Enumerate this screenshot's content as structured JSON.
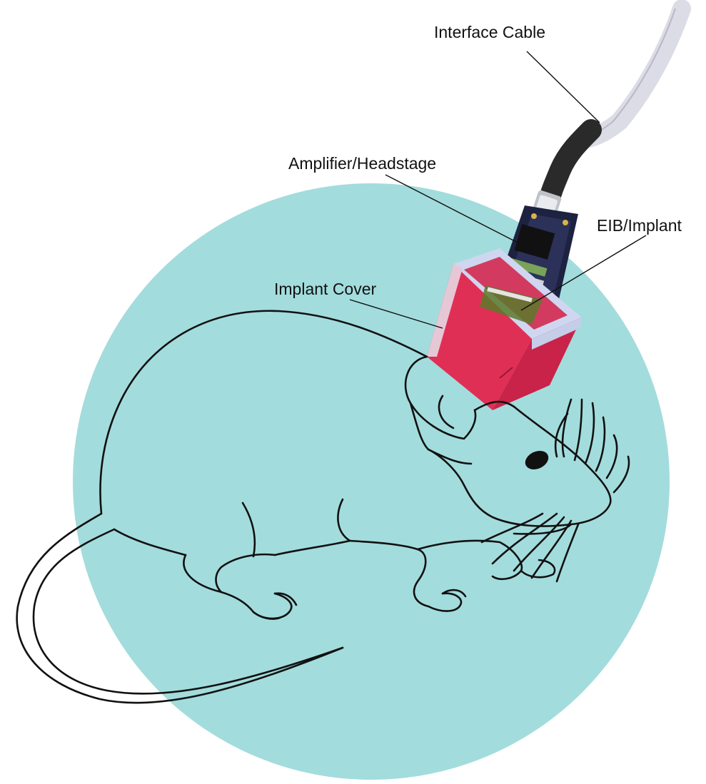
{
  "labels": {
    "interface_cable": "Interface Cable",
    "amplifier_headstage": "Amplifier/Headstage",
    "eib_implant": "EIB/Implant",
    "implant_cover": "Implant Cover"
  },
  "colors": {
    "background_circle": "#a3dcdd",
    "cable_outer": "#dcdce6",
    "cable_inner": "#2a2a2a",
    "implant_cover": "#e02f55",
    "implant_cover_rim": "#cfd6f0",
    "pcb": "#1d2240",
    "outline": "#111111"
  },
  "icons": {
    "subject": "rat-line-drawing",
    "device": "headstage-on-implant"
  }
}
